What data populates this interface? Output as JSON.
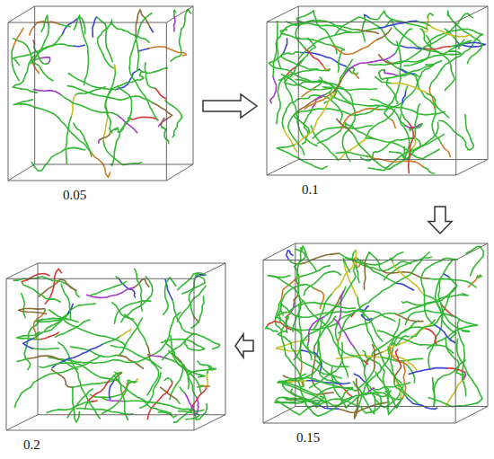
{
  "diagram": {
    "nodes": [
      {
        "text": [
          "0.05"
        ]
      },
      {
        "text": [
          "0.1"
        ]
      },
      {
        "text": [
          "0.15"
        ]
      },
      {
        "text": [
          "0.2"
        ]
      }
    ],
    "edges": [
      {
        "from": 0,
        "to": 1,
        "arrow": "to"
      },
      {
        "from": 1,
        "to": 2,
        "arrow": "to"
      },
      {
        "from": 2,
        "to": 3,
        "arrow": "to"
      }
    ]
  }
}
